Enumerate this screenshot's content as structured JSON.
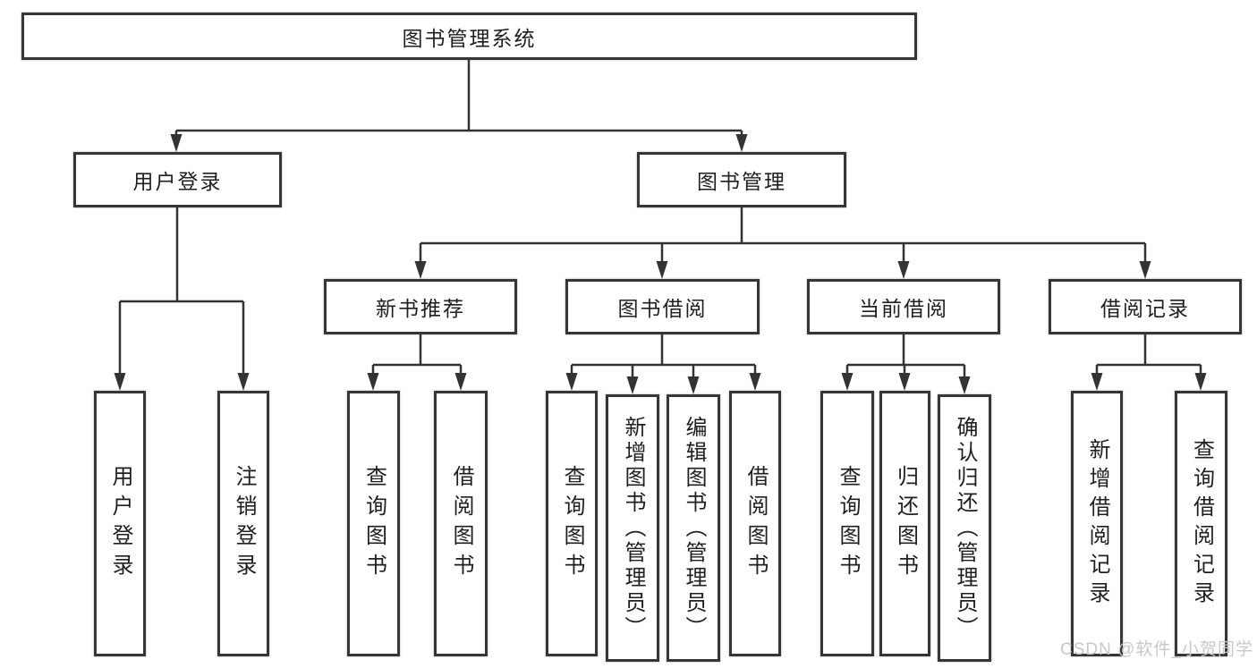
{
  "diagram": {
    "watermark": "CSDN @软件_小贺同学",
    "colors": {
      "line": "#333333",
      "text": "#1f1f1f",
      "box_background": "#ffffff",
      "watermark": "#c8c8c8"
    },
    "nodes": {
      "root": {
        "label": "图书管理系统"
      },
      "user_login": {
        "label": "用户登录"
      },
      "book_mgmt": {
        "label": "图书管理"
      },
      "new_book_rec": {
        "label": "新书推荐"
      },
      "book_borrow": {
        "label": "图书借阅"
      },
      "current_borrow": {
        "label": "当前借阅"
      },
      "borrow_records": {
        "label": "借阅记录"
      },
      "v_user_login": {
        "label": "用户登录"
      },
      "v_logout": {
        "label": "注销登录"
      },
      "v_query_books_1": {
        "label": "查询图书"
      },
      "v_borrow_books_1": {
        "label": "借阅图书"
      },
      "v_query_books_2": {
        "label": "查询图书"
      },
      "v_add_books": {
        "label": "新增图书（管理员）"
      },
      "v_edit_books": {
        "label": "编辑图书（管理员）"
      },
      "v_borrow_books_2": {
        "label": "借阅图书"
      },
      "v_query_books_3": {
        "label": "查询图书"
      },
      "v_return_books": {
        "label": "归还图书"
      },
      "v_confirm_return": {
        "label": "确认归还（管理员）"
      },
      "v_add_borrow_record": {
        "label": "新增借阅记录"
      },
      "v_query_borrow_record": {
        "label": "查询借阅记录"
      }
    }
  }
}
